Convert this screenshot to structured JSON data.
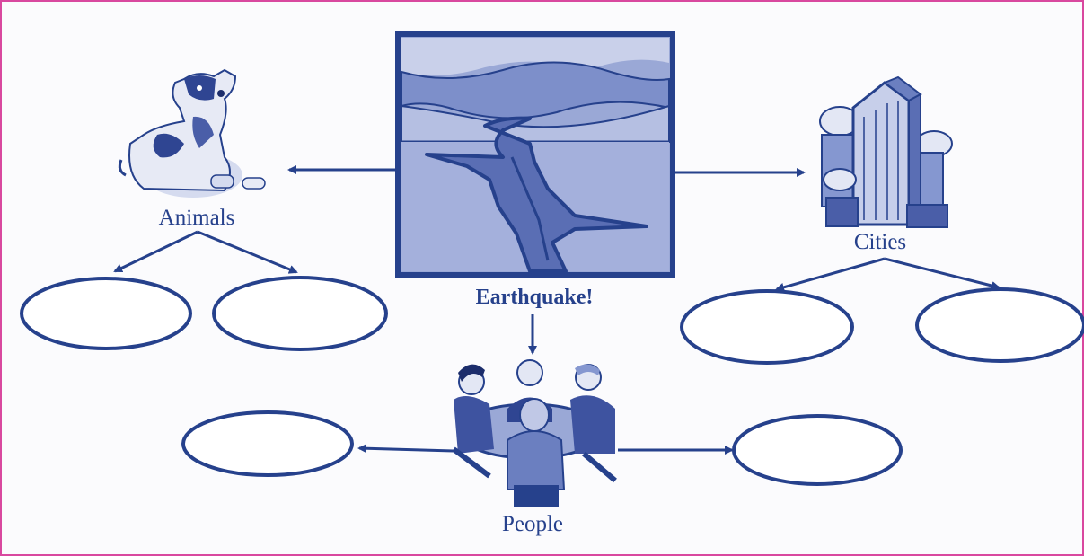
{
  "diagram": {
    "center": {
      "label": "Earthquake!"
    },
    "branches": [
      {
        "id": "animals",
        "label": "Animals",
        "blank_ovals": 2
      },
      {
        "id": "cities",
        "label": "Cities",
        "blank_ovals": 2
      },
      {
        "id": "people",
        "label": "People",
        "blank_ovals": 2
      }
    ]
  },
  "colors": {
    "ink": "#26418c",
    "frame": "#d9489f",
    "fill_light": "#aeb8dc",
    "fill_mid": "#6f82c0"
  },
  "icons": {
    "center": "earthquake-crack-landscape-icon",
    "animals": "dog-icon",
    "cities": "skyscraper-icon",
    "people": "people-at-table-icon"
  }
}
